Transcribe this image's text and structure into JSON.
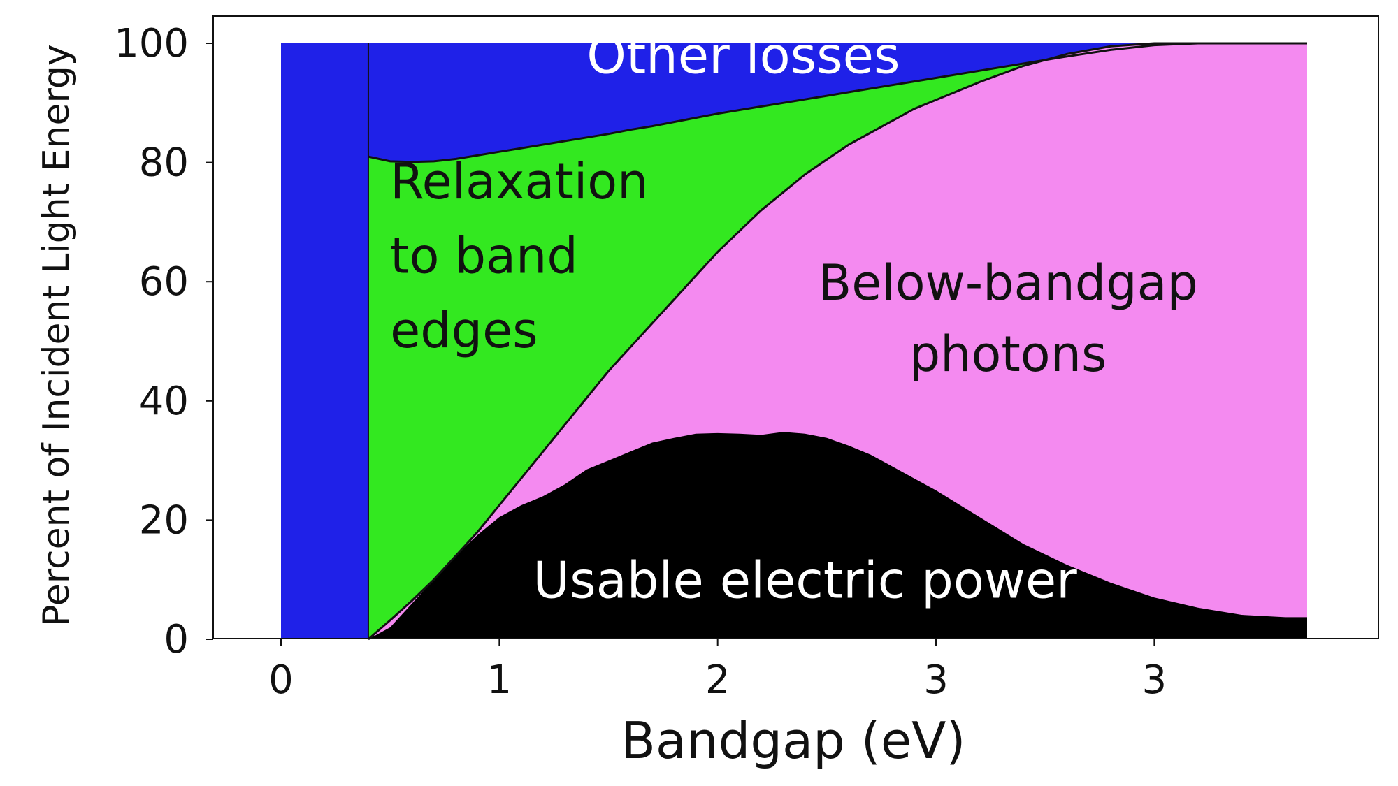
{
  "chart_data": {
    "type": "area",
    "stacked": true,
    "title": "",
    "xlabel": "Bandgap (eV)",
    "ylabel": "Percent of Incident Light Energy",
    "xlim": [
      0,
      4.7
    ],
    "ylim": [
      0,
      100
    ],
    "x_ticks": [
      {
        "value": 0,
        "label": "0"
      },
      {
        "value": 1,
        "label": "1"
      },
      {
        "value": 2,
        "label": "2"
      },
      {
        "value": 3,
        "label": "3"
      },
      {
        "value": 4,
        "label": "3"
      }
    ],
    "y_ticks": [
      {
        "value": 0,
        "label": "0"
      },
      {
        "value": 20,
        "label": "20"
      },
      {
        "value": 40,
        "label": "40"
      },
      {
        "value": 60,
        "label": "60"
      },
      {
        "value": 80,
        "label": "80"
      },
      {
        "value": 100,
        "label": "100"
      }
    ],
    "grid": false,
    "legend": "none",
    "x_min": 0,
    "x_max": 4.7,
    "x": [
      0.4,
      0.5,
      0.6,
      0.7,
      0.8,
      0.9,
      1.0,
      1.1,
      1.2,
      1.3,
      1.4,
      1.5,
      1.6,
      1.7,
      1.8,
      1.9,
      2.0,
      2.1,
      2.2,
      2.3,
      2.4,
      2.5,
      2.6,
      2.7,
      2.8,
      2.9,
      3.0,
      3.2,
      3.4,
      3.6,
      3.8,
      4.0,
      4.2,
      4.4,
      4.6,
      4.7
    ],
    "series": [
      {
        "name": "Usable electric power",
        "role": "power_boundary",
        "values": [
          0,
          2,
          6,
          10,
          14,
          17.5,
          20.5,
          22.5,
          24,
          26,
          28.5,
          30,
          31.5,
          33,
          33.8,
          34.5,
          34.6,
          34.5,
          34.3,
          34.8,
          34.5,
          33.8,
          32.5,
          31,
          29,
          27,
          25,
          20.5,
          16,
          12.5,
          9.5,
          7,
          5.3,
          4.1,
          3.7,
          3.7
        ]
      },
      {
        "name": "Below-bandgap photons",
        "role": "pink_top_boundary",
        "values": [
          0,
          3.2,
          6.5,
          10,
          14,
          18,
          22.5,
          27,
          31.5,
          36,
          40.5,
          45,
          49,
          53,
          57,
          61,
          65,
          68.5,
          72,
          75,
          78,
          80.5,
          83,
          85,
          87,
          89,
          90.5,
          93.5,
          96.2,
          98.2,
          99.5,
          100,
          100,
          100,
          100,
          100
        ]
      },
      {
        "name": "Relaxation to band edges",
        "role": "green_top_boundary",
        "values": [
          81,
          80.2,
          80.1,
          80.2,
          80.6,
          81.2,
          81.8,
          82.4,
          83,
          83.6,
          84.2,
          84.8,
          85.5,
          86.1,
          86.8,
          87.5,
          88.2,
          88.8,
          89.4,
          90,
          90.6,
          91.2,
          91.8,
          92.4,
          93,
          93.6,
          94.2,
          95.4,
          96.6,
          97.8,
          98.9,
          99.7,
          100,
          100,
          100,
          100
        ]
      },
      {
        "name": "Other losses",
        "role": "remainder_to_100",
        "values": []
      }
    ],
    "annotations": [
      {
        "id": "other_losses",
        "text": "Other losses",
        "x": 1.4,
        "y": 95,
        "color": "#ffffff"
      },
      {
        "id": "relaxation_line1",
        "text": "Relaxation",
        "x": 0.5,
        "y": 74,
        "color": "#111111"
      },
      {
        "id": "relaxation_line2",
        "text": "to band",
        "x": 0.5,
        "y": 61.5,
        "color": "#111111"
      },
      {
        "id": "relaxation_line3",
        "text": "edges",
        "x": 0.5,
        "y": 49,
        "color": "#111111"
      },
      {
        "id": "below_line1",
        "text": "Below-bandgap",
        "x": 3.33,
        "y": 57,
        "color": "#111111"
      },
      {
        "id": "below_line2",
        "text": "photons",
        "x": 3.33,
        "y": 45,
        "color": "#111111"
      },
      {
        "id": "usable",
        "text": "Usable electric power",
        "x": 2.4,
        "y": 7,
        "color": "#ffffff"
      }
    ],
    "colors": {
      "other_losses": "#1f21e8",
      "relaxation": "#33e820",
      "below_bandgap": "#f48af0",
      "usable": "#000000",
      "axis": "#111111",
      "background": "#ffffff"
    }
  }
}
